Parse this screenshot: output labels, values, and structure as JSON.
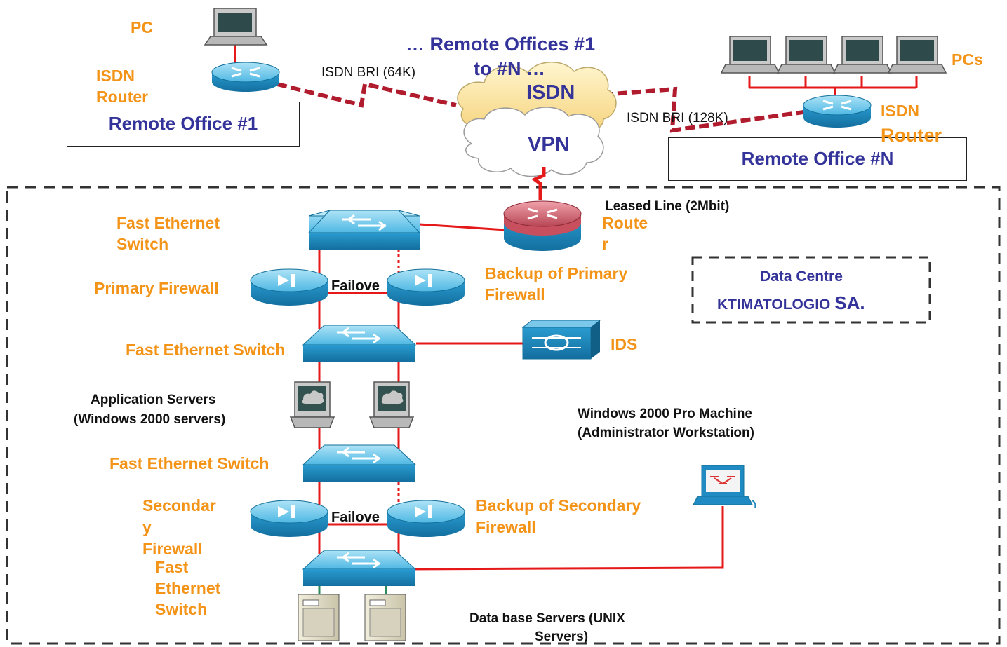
{
  "remote_office_1": {
    "pc_label": "PC",
    "router_label_line1": "ISDN",
    "router_label_line2": "Router",
    "box_label": "Remote Office #1",
    "link_label": "ISDN BRI (64K)"
  },
  "remote_offices_heading": {
    "line1": "… Remote Offices #1",
    "line2": "to #N …"
  },
  "cloud": {
    "isdn": "ISDN",
    "vpn": "VPN"
  },
  "remote_office_n": {
    "pcs_label": "PCs",
    "router_label_line1": "ISDN",
    "router_label_line2": "Router",
    "box_label": "Remote Office #N",
    "link_label": "ISDN BRI (128K)"
  },
  "data_centre": {
    "leased_line": "Leased Line (2Mbit)",
    "router_line1": "Route",
    "router_line2": "r",
    "title_line1": "Data Centre",
    "title_line2_a": "KTIMATOLOGIO",
    "title_line2_b": "SA.",
    "switch_1": {
      "line1": "Fast Ethernet",
      "line2": "Switch"
    },
    "primary_firewall": "Primary Firewall",
    "failover_1": "Failove",
    "backup_primary": {
      "line1": "Backup of Primary",
      "line2": "Firewall"
    },
    "switch_2": "Fast Ethernet Switch",
    "ids": "IDS",
    "app_servers": {
      "line1": "Application Servers",
      "line2": "(Windows 2000 servers)"
    },
    "admin_ws": {
      "line1": "Windows 2000 Pro Machine",
      "line2": "(Administrator Workstation)"
    },
    "switch_3": "Fast Ethernet Switch",
    "secondary_firewall": {
      "line1": "Secondar",
      "line2": "y",
      "line3": "Firewall"
    },
    "failover_2": "Failove",
    "backup_secondary": {
      "line1": "Backup of Secondary",
      "line2": "Firewall"
    },
    "switch_4": {
      "line1": "Fast",
      "line2": "Ethernet",
      "line3": "Switch"
    },
    "db_servers": {
      "line1": "Data base Servers (UNIX",
      "line2": "Servers)"
    }
  },
  "colors": {
    "label_orange": "#f39418",
    "label_blue": "#333399",
    "link_red": "#e51919",
    "isdn_dash": "#b01c2e",
    "device_blue": "#2b9fd0",
    "router_red": "#c8505e"
  }
}
